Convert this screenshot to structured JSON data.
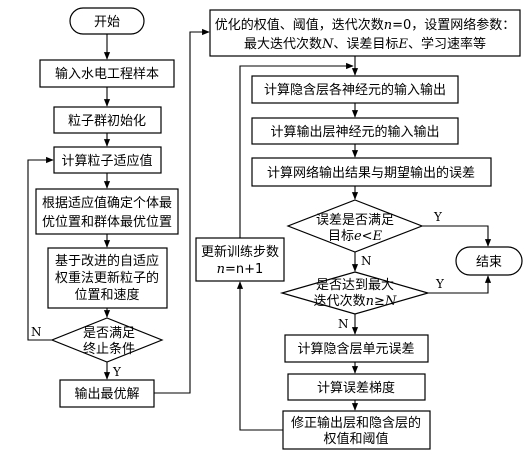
{
  "left": {
    "start": "开始",
    "input_samples": "输入水电工程样本",
    "init_swarm": "粒子群初始化",
    "calc_fitness": "计算粒子适应值",
    "best_line1": "根据适应值确定个体最",
    "best_line2": "优位置和群体最优位置",
    "update_line1": "基于改进的自适应",
    "update_line2": "权重法更新粒子的",
    "update_line3": "位置和速度",
    "term_line1": "是否满足",
    "term_line2": "终止条件",
    "output_best": "输出最优解",
    "label_n": "N",
    "label_y": "Y"
  },
  "right": {
    "opt_line1_a": "优化的权值、阈值，迭代次数",
    "opt_line1_var": "n",
    "opt_line1_b": "=0，设置网络参数：",
    "opt_line2_a": "最大迭代次数",
    "opt_line2_var1": "N",
    "opt_line2_b": "、误差目标",
    "opt_line2_var2": "E",
    "opt_line2_c": "、学习速率等",
    "hidden_io": "计算隐含层各神经元的输入输出",
    "output_io": "计算输出层神经元的输入输出",
    "net_error": "计算网络输出结果与期望输出的误差",
    "err_line1": "误差是否满足",
    "err_line2_a": "目标",
    "err_line2_var1": "e",
    "err_line2_b": "<",
    "err_line2_var2": "E",
    "iter_line1": "是否达到最大",
    "iter_line2_a": "迭代次数",
    "iter_line2_var1": "n",
    "iter_line2_b": "≥",
    "iter_line2_var2": "N",
    "end": "结束",
    "update_step_line1": "更新训练步数",
    "update_step_var": "n",
    "update_step_line2": "=n+1",
    "hidden_err": "计算隐含层单元误差",
    "err_grad": "计算误差梯度",
    "correct_line1": "修正输出层和隐含层的",
    "correct_line2": "权值和阈值",
    "label_n1": "N",
    "label_y1": "Y",
    "label_n2": "N",
    "label_y2": "Y"
  }
}
